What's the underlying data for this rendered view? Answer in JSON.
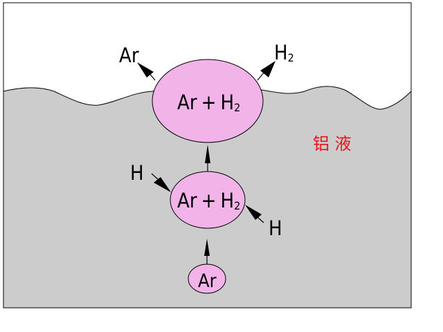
{
  "colors": {
    "liquid_fill": "#cccccc",
    "bubble_fill": "#f2b3e8",
    "outline": "#000000",
    "liquid_label_color": "#e8121c"
  },
  "liquid": {
    "label": "铝 液"
  },
  "bubbles": {
    "top": {
      "label_ar": "Ar",
      "label_plus": "+",
      "label_h": "H",
      "label_sub": "2"
    },
    "middle": {
      "label_ar": "Ar",
      "label_plus": "+",
      "label_h": "H",
      "label_sub": "2"
    },
    "bottom": {
      "label": "Ar"
    }
  },
  "escaping": {
    "left_label": "Ar",
    "right_label_h": "H",
    "right_label_sub": "2"
  },
  "absorbed": {
    "left_label": "H",
    "right_label": "H"
  }
}
